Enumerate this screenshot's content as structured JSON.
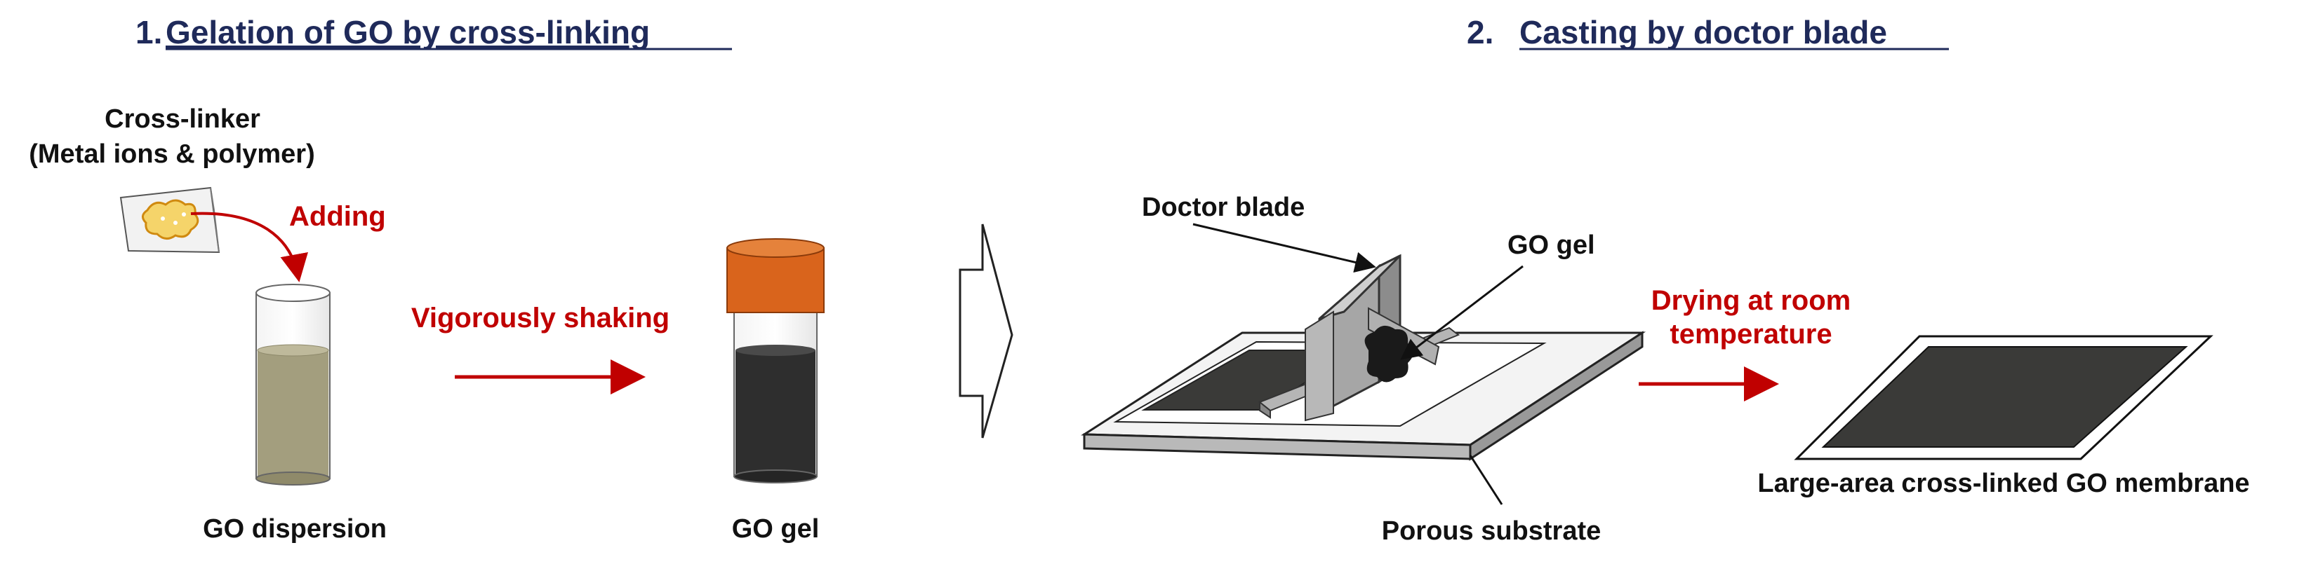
{
  "steps": {
    "step1": {
      "number": "1.",
      "title": "Gelation of GO by cross-linking"
    },
    "step2": {
      "number": "2.",
      "title": "Casting by doctor blade"
    }
  },
  "labels": {
    "crosslinker_line1": "Cross-linker",
    "crosslinker_line2": "(Metal ions & polymer)",
    "adding": "Adding",
    "shaking": "Vigorously shaking",
    "go_dispersion": "GO dispersion",
    "go_gel_vial": "GO gel",
    "doctor_blade": "Doctor blade",
    "go_gel_cast": "GO gel",
    "porous_substrate": "Porous substrate",
    "drying_line1": "Drying at room",
    "drying_line2": "temperature",
    "membrane": "Large-area cross-linked GO membrane"
  },
  "colors": {
    "title": "#1f2a5a",
    "accent_red": "#c00000",
    "go_dispersion_fill": "#a39e7e",
    "go_gel_fill": "#2e2e2e",
    "vial_cap": "#d9641c",
    "blade_gray": "#9e9e9e",
    "membrane_dark": "#3a3a38"
  }
}
